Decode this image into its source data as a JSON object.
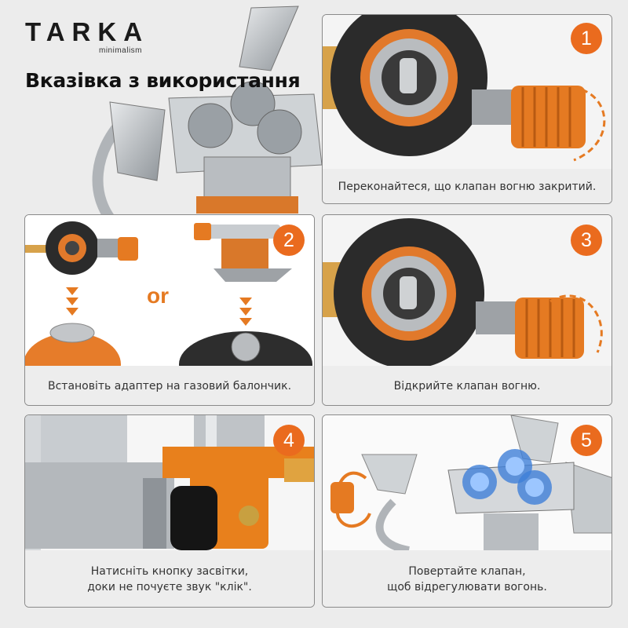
{
  "brand": {
    "name": "TARKA",
    "tagline": "minimalism"
  },
  "heading": "Вказівка з використання",
  "colors": {
    "accent": "#ea6b1e",
    "caption_bg": "#ededed",
    "panel_border": "#8a8a8a",
    "steel": "#b8bcc0",
    "copper": "#d9782a"
  },
  "steps": [
    {
      "number": "1",
      "caption": "Переконайтеся, що клапан вогню закритий."
    },
    {
      "number": "2",
      "caption": "Встановіть адаптер на газовий балончик.",
      "separator": "or"
    },
    {
      "number": "3",
      "caption": "Відкрийте клапан вогню."
    },
    {
      "number": "4",
      "caption_line1": "Натисніть кнопку засвітки,",
      "caption_line2": "доки не почуєте звук \"клік\"."
    },
    {
      "number": "5",
      "caption_line1": "Повертайте клапан,",
      "caption_line2": "щоб відрегулювати вогонь."
    }
  ]
}
